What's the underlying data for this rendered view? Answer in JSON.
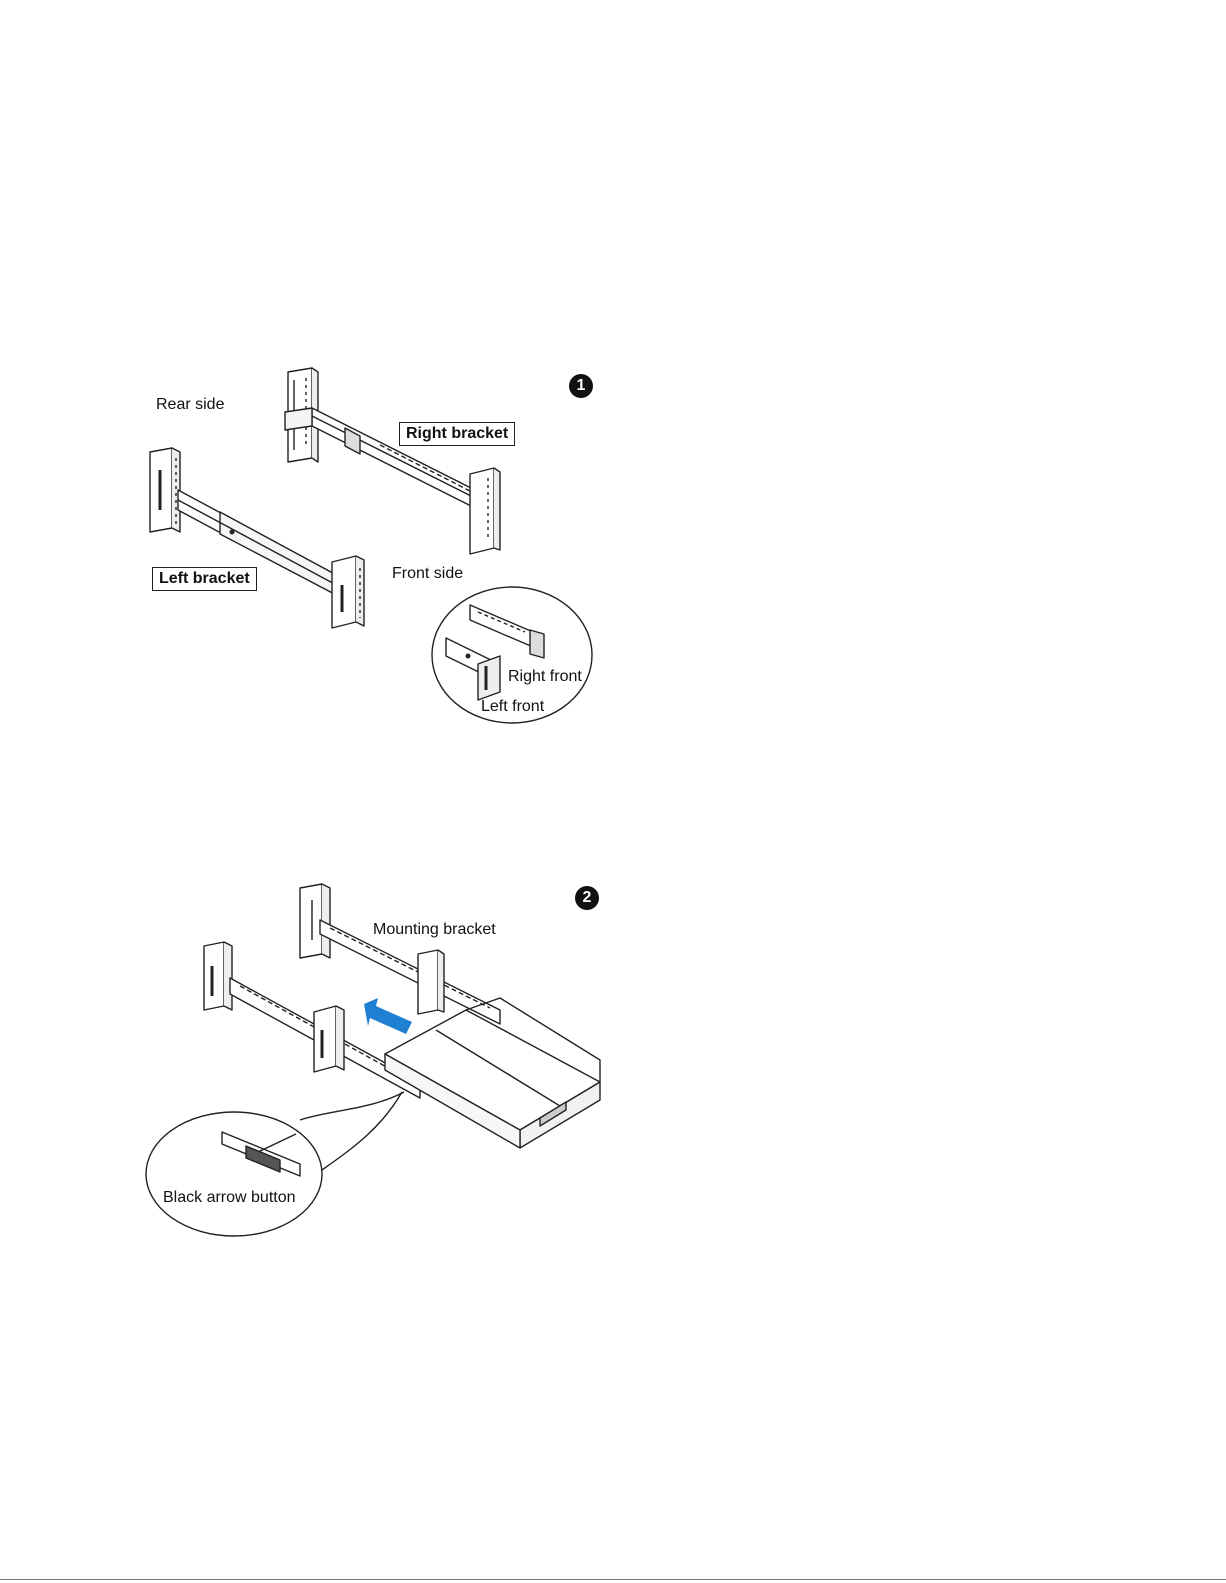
{
  "step1": {
    "number": "1",
    "rear_side": "Rear side",
    "right_bracket": "Right bracket",
    "left_bracket": "Left bracket",
    "front_side": "Front side",
    "right_front": "Right front",
    "left_front": "Left front"
  },
  "step2": {
    "number": "2",
    "mounting_bracket": "Mounting bracket",
    "black_arrow_button": "Black arrow button"
  },
  "colors": {
    "arrow": "#1f7fd1",
    "line": "#222222"
  }
}
